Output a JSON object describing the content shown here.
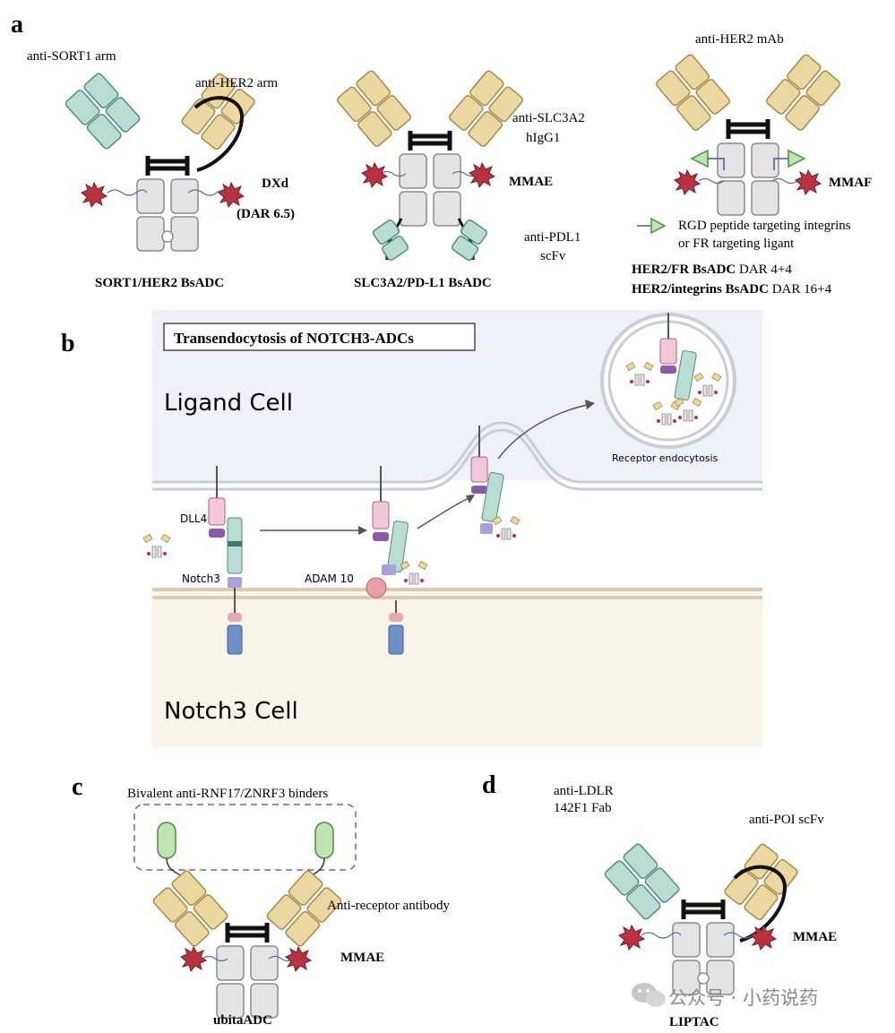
{
  "panels": {
    "a": {
      "letter": "a",
      "sort1": {
        "anti_sort1": "anti-SORT1 arm",
        "anti_her2": "anti-HER2 arm",
        "payload": "DXd",
        "dar": "(DAR 6.5)",
        "caption": "SORT1/HER2 BsADC"
      },
      "slc": {
        "anti_slc": "anti-SLC3A2",
        "isotype": "hIgG1",
        "payload": "MMAE",
        "anti_pdl1": "anti-PDL1",
        "scfv": "scFv",
        "caption": "SLC3A2/PD-L1 BsADC"
      },
      "her2": {
        "mab": "anti-HER2 mAb",
        "payload": "MMAF",
        "legend_line1": "RGD peptide targeting integrins",
        "legend_line2": "or FR targeting ligant",
        "caption1_bold": "HER2/FR BsADC",
        "caption1_rest": " DAR 4+4",
        "caption2_bold": "HER2/integrins BsADC",
        "caption2_rest": " DAR 16+4"
      }
    },
    "b": {
      "letter": "b",
      "title": "Transendocytosis of NOTCH3-ADCs",
      "ligand_cell": "Ligand Cell",
      "notch_cell": "Notch3 Cell",
      "dll4": "DLL4",
      "notch3": "Notch3",
      "adam10": "ADAM 10",
      "endocytosis": "Receptor endocytosis"
    },
    "c": {
      "letter": "c",
      "binders": "Bivalent anti-RNF17/ZNRF3 binders",
      "antibody": "Anti-receptor antibody",
      "payload": "MMAE",
      "caption": "ubitaADC"
    },
    "d": {
      "letter": "d",
      "fab1": "anti-LDLR",
      "fab2": "142F1 Fab",
      "scfv": "anti-POI scFv",
      "payload": "MMAE",
      "caption": "LIPTAC"
    }
  },
  "watermark": "公众号 · 小药说药",
  "colors": {
    "teal": "#b9ddd3",
    "teal_stroke": "#4f8f7d",
    "tan": "#ead8a0",
    "tan_stroke": "#a48a4c",
    "gray": "#e4e4e4",
    "gray_stroke": "#8c8c8c",
    "green": "#bfe3b2",
    "payload_red": "#b8333f",
    "ligand_bg": "#eef1f8",
    "notch_bg": "#f8f4e8"
  }
}
